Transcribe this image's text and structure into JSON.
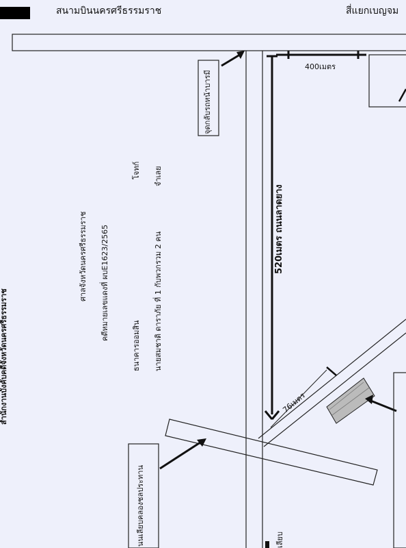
{
  "header": {
    "airport_label": "สนามบินนครศรีธรรมราช",
    "intersection_label": "สี่แยกเบญจม"
  },
  "map": {
    "left_turn_point": "จุดกลับรถหน้าบารมี",
    "distance_400": "400เมตร",
    "main_road_label": "520เมตร ถนนลาดยาง",
    "distance_76": "76เมตร",
    "khlong_sai_tai_label": "นนเลียบคลองชลประทาน",
    "bottom_right_partial": "เลียบ"
  },
  "case_info": {
    "court": "ศาลจังหวัดนครศรีธรรมราช",
    "case_number": "คดีหมายเลขแดงที่ ผบE1623/2565",
    "plaintiff_label": "ธนาคารออมสิน",
    "plaintiff_role": "โจทก์",
    "defendant_label": "นายสมชาติ ดาราภัย ที่ 1 กับพวกรวม 2 คน",
    "defendant_role": "จำเลย",
    "left_edge_text": "สำนักงานบังคับคดีจังหวัดนครศรีธรรมราช"
  },
  "colors": {
    "background": "#eef0fb",
    "line": "#222222",
    "redaction": "#000000"
  }
}
